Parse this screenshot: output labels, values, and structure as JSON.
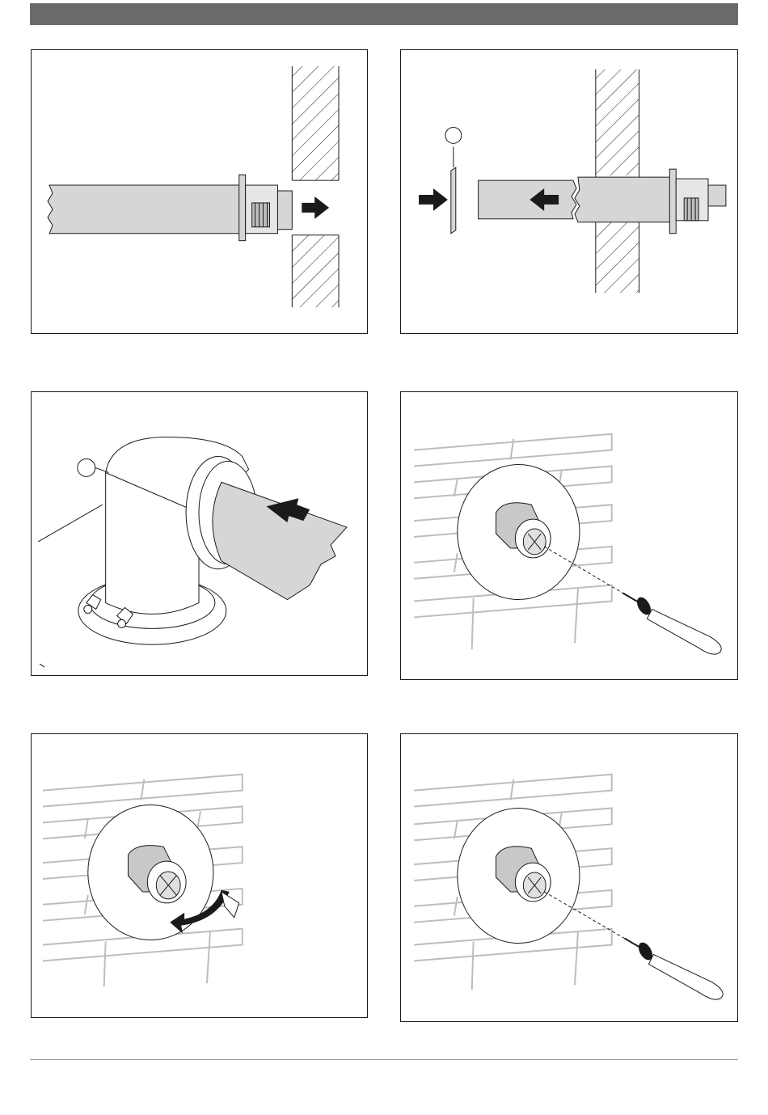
{
  "page": {
    "header_color": "#6b6b6b",
    "footer_rule_color": "#9a9a9a"
  },
  "figures": [
    {
      "id": "fig-1",
      "callout": ""
    },
    {
      "id": "fig-2",
      "callout": ""
    },
    {
      "id": "fig-3",
      "callout": ""
    },
    {
      "id": "fig-4",
      "callout": ""
    },
    {
      "id": "fig-5",
      "callout": ""
    },
    {
      "id": "fig-6",
      "callout": ""
    }
  ],
  "colors": {
    "pipe_fill": "#d6d6d6",
    "line": "#1a1a1a",
    "arrow": "#1a1a1a",
    "brick_line": "#bdbdbd",
    "rosette_fill": "#ffffff"
  }
}
